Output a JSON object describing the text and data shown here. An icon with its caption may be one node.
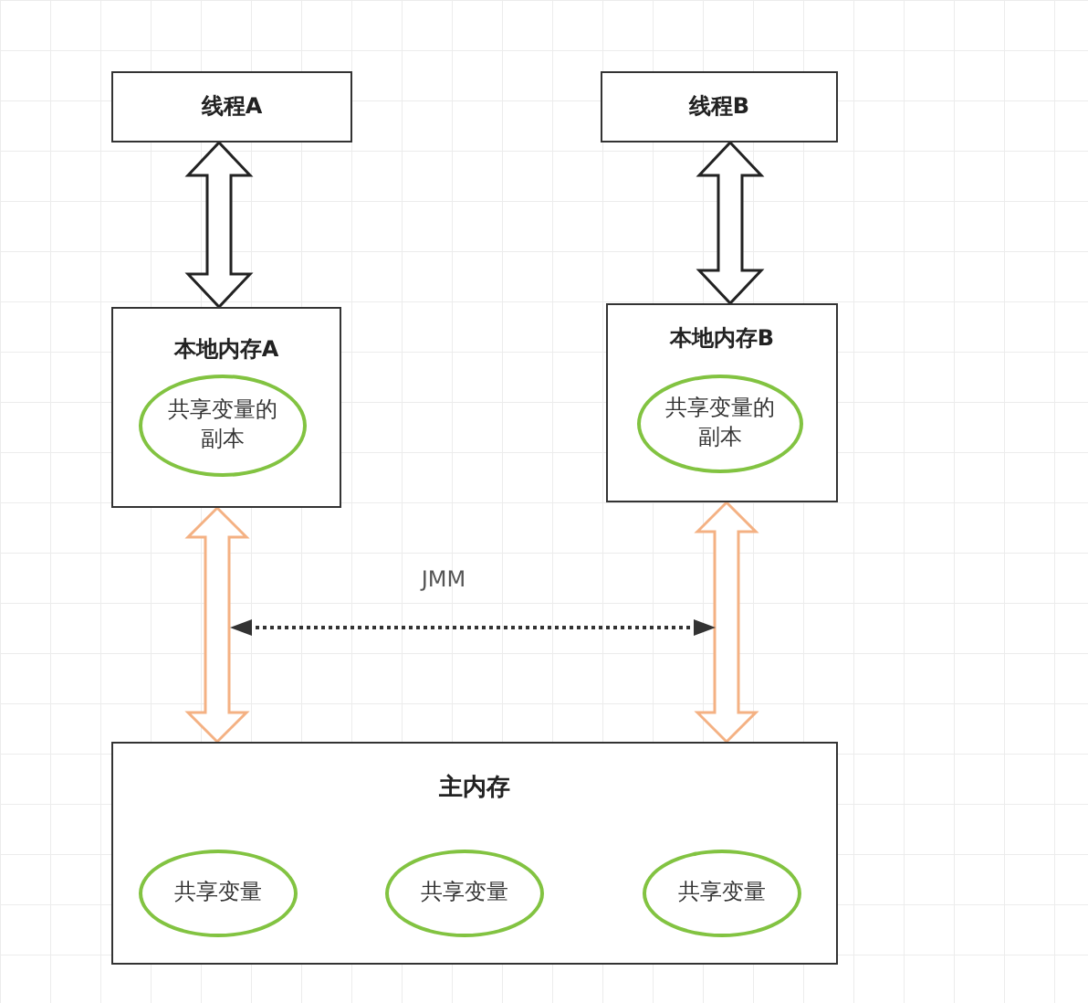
{
  "diagram": {
    "nodes": [
      {
        "text": [
          "线程A"
        ]
      },
      {
        "text": [
          "线程B"
        ]
      },
      {
        "text": [
          "本地内存A"
        ]
      },
      {
        "text": [
          "共享变量的副本"
        ],
        "in": 2
      },
      {
        "text": [
          "本地内存B"
        ]
      },
      {
        "text": [
          "共享变量的副本"
        ],
        "in": 4
      },
      {
        "text": [
          "主内存"
        ]
      },
      {
        "text": [
          "共享变量"
        ],
        "in": 6
      },
      {
        "text": [
          "共享变量"
        ],
        "in": 6
      },
      {
        "text": [
          "共享变量"
        ],
        "in": 6
      }
    ],
    "edges": [
      {
        "from": 0,
        "to": 2,
        "arrow": "both"
      },
      {
        "from": 1,
        "to": 4,
        "arrow": "both"
      },
      {
        "from": 2,
        "to": 6,
        "arrow": "both",
        "color": "#f4b183"
      },
      {
        "from": 4,
        "to": 6,
        "arrow": "both",
        "color": "#f4b183"
      }
    ],
    "labels": [
      "JMM"
    ]
  }
}
